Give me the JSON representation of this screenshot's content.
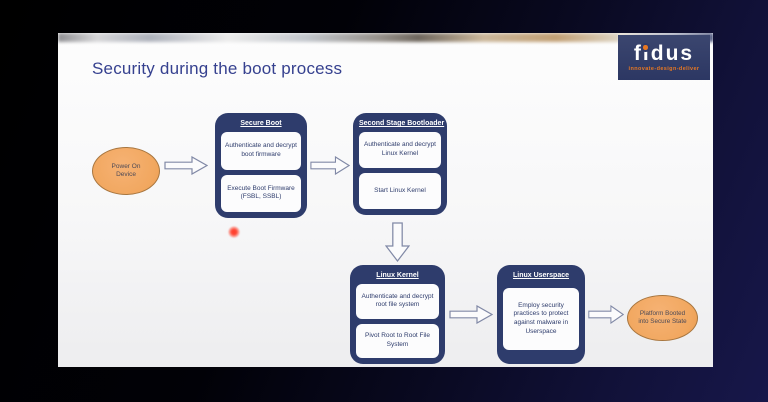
{
  "slide": {
    "title": "Security during the boot process"
  },
  "logo": {
    "word": "fidus",
    "tagline": "innovate-design-deliver"
  },
  "flow": {
    "start": {
      "label": "Power On Device"
    },
    "boxes": [
      {
        "title": "Secure Boot",
        "steps": [
          "Authenticate and decrypt boot firmware",
          "Execute Boot Firmware (FSBL, SSBL)"
        ]
      },
      {
        "title": "Second Stage Bootloader",
        "steps": [
          "Authenticate and decrypt Linux Kernel",
          "Start Linux Kernel"
        ]
      },
      {
        "title": "Linux Kernel",
        "steps": [
          "Authenticate and decrypt root file system",
          "Pivot Root to Root File System"
        ]
      },
      {
        "title": "Linux Userspace",
        "steps": [
          "Employ security practices to protect against malware in Userspace"
        ]
      }
    ],
    "end": {
      "label": "Platform Booted into Secure State"
    }
  },
  "icons": {
    "flow_arrow_right": "→",
    "flow_arrow_down": "↓"
  },
  "colors": {
    "box_navy": "#2e3c6c",
    "title_blue": "#36418f",
    "ellipse_orange": "#f1a75f",
    "accent_orange": "#e87722",
    "laser_red": "#ff3b2a",
    "background_navy": "#111138"
  }
}
